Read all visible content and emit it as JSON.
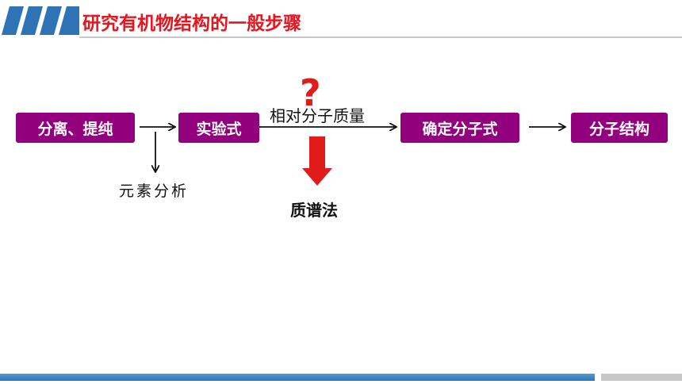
{
  "header": {
    "title": "研究有机物结构的一般步骤"
  },
  "diagram": {
    "step1": "分离、提纯",
    "step2": "实验式",
    "step3": "确定分子式",
    "step4": "分子结构",
    "branch_label": "元素分析",
    "arrow_label": "相对分子质量",
    "method_label": "质谱法",
    "question_mark": "?"
  },
  "colors": {
    "box_fill": "#93007e",
    "title_red": "#e8141e",
    "arrow_red": "#e11a1a",
    "stripe_blue": "#2e74b5",
    "footer_blue": "#2f75b6"
  }
}
